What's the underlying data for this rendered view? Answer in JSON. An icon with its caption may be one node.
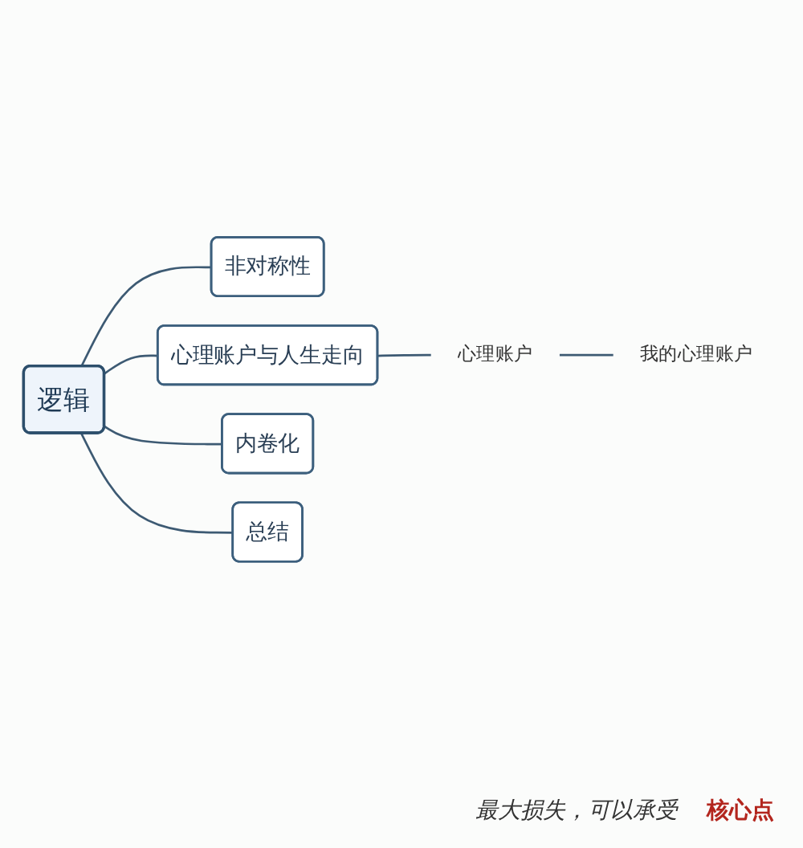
{
  "diagram": {
    "nodes": [
      {
        "text": [
          "逻辑"
        ]
      },
      {
        "text": [
          "非对称性"
        ]
      },
      {
        "text": [
          "心理账户与人生走向"
        ]
      },
      {
        "text": [
          "内卷化"
        ]
      },
      {
        "text": [
          "总结"
        ]
      },
      {
        "text": [
          "心理账户"
        ]
      },
      {
        "text": [
          "我的心理账户"
        ]
      }
    ],
    "edges": [
      {
        "from": 0,
        "to": 1,
        "arrow": "none"
      },
      {
        "from": 0,
        "to": 2,
        "arrow": "none"
      },
      {
        "from": 0,
        "to": 3,
        "arrow": "none"
      },
      {
        "from": 0,
        "to": 4,
        "arrow": "none"
      },
      {
        "from": 2,
        "to": 5,
        "arrow": "none"
      },
      {
        "from": 5,
        "to": 6,
        "arrow": "none"
      }
    ],
    "labels": [
      "最大损失，可以承受",
      "核心点"
    ]
  }
}
